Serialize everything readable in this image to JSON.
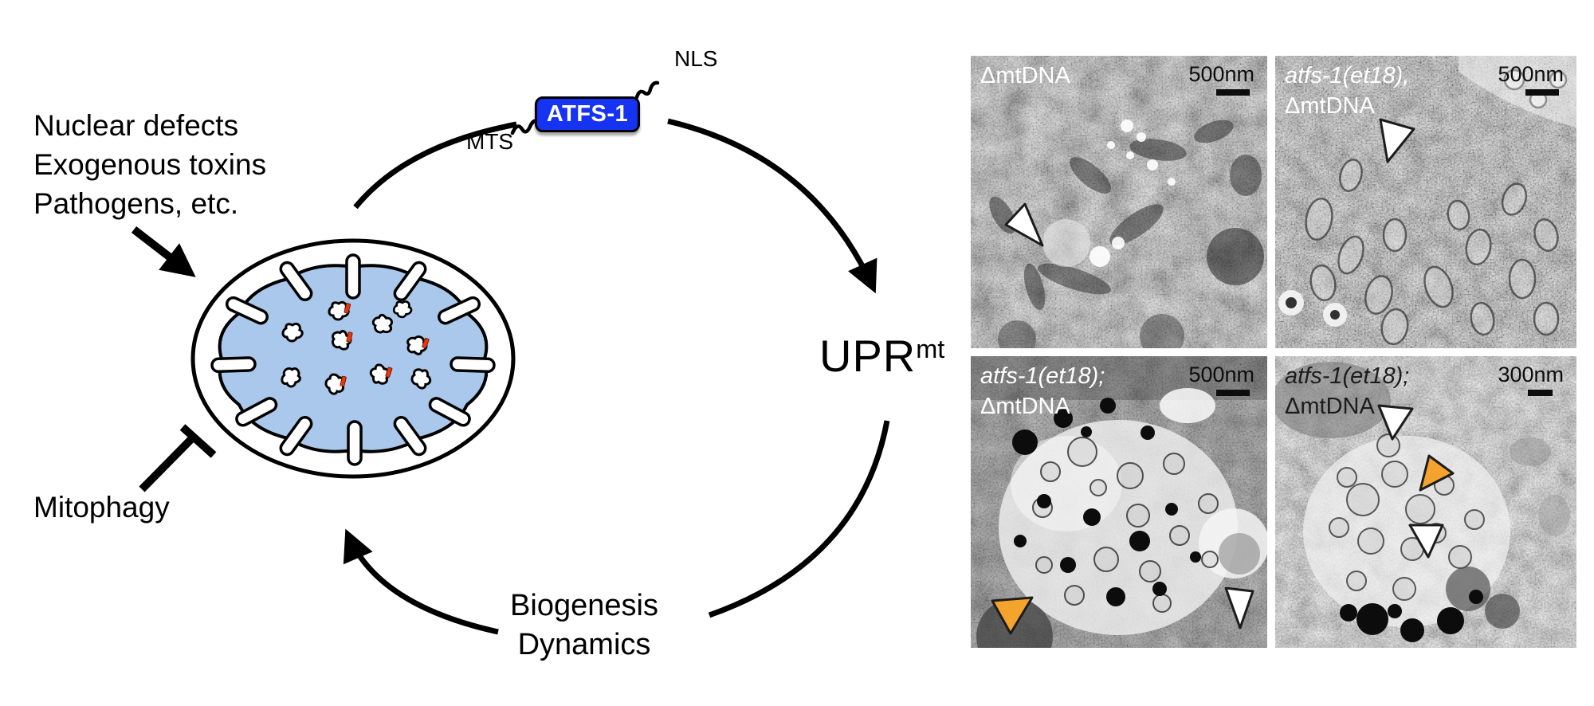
{
  "diagram": {
    "stressors": {
      "line1": "Nuclear defects",
      "line2": "Exogenous toxins",
      "line3": "Pathogens, etc."
    },
    "mitophagy_label": "Mitophagy",
    "protein": {
      "name": "ATFS-1",
      "nls_label": "NLS",
      "mts_label": "MTS",
      "box_color": "#1733f2",
      "text_color": "#ffffff"
    },
    "upr": {
      "base": "UPR",
      "superscript": "mt"
    },
    "outputs": {
      "line1": "Biogenesis",
      "line2": "Dynamics"
    },
    "mitochondrion": {
      "matrix_color": "#aac8ec",
      "outline_color": "#000000",
      "mutant_dna_mark_color": "#e8380d",
      "nucleoid_count": 10,
      "mutant_marked_count": 5
    }
  },
  "micrographs": {
    "arrow_colors": {
      "white": "#ffffff",
      "orange": "#f4a42c",
      "outline": "#1c1c1c"
    },
    "panels": [
      {
        "name": "delta-mtdna",
        "label_line1": "ΔmtDNA",
        "label_line2": "",
        "scale_label": "500nm",
        "label_style": "light",
        "arrowheads": [
          "white"
        ]
      },
      {
        "name": "atfs1-et18-delta-mtdna-top",
        "label_line1": "atfs-1(et18),",
        "label_line2": "ΔmtDNA",
        "scale_label": "500nm",
        "label_style": "light",
        "arrowheads": [
          "white"
        ]
      },
      {
        "name": "atfs1-et18-delta-mtdna-bottom-left",
        "label_line1": "atfs-1(et18);",
        "label_line2": "ΔmtDNA",
        "scale_label": "500nm",
        "label_style": "light",
        "arrowheads": [
          "orange",
          "white"
        ]
      },
      {
        "name": "atfs1-et18-delta-mtdna-bottom-right",
        "label_line1": "atfs-1(et18);",
        "label_line2": "ΔmtDNA",
        "scale_label": "300nm",
        "label_style": "dark",
        "arrowheads": [
          "white",
          "orange",
          "white"
        ]
      }
    ]
  }
}
